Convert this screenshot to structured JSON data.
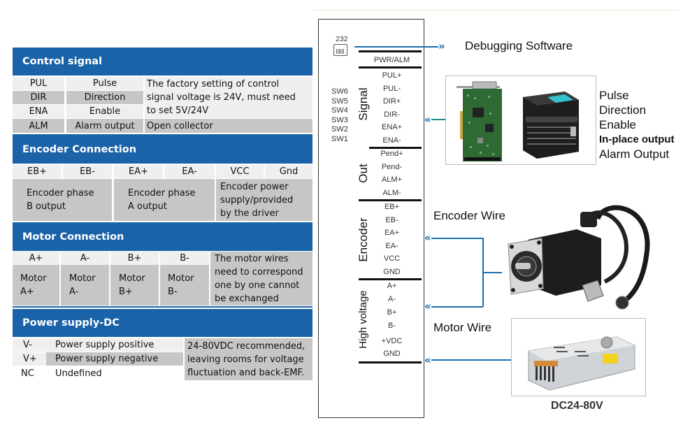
{
  "control_signal": {
    "title": "Control signal",
    "rows": [
      {
        "pin": "PUL",
        "name": "Pulse"
      },
      {
        "pin": "DIR",
        "name": "Direction"
      },
      {
        "pin": "ENA",
        "name": "Enable"
      },
      {
        "pin": "ALM",
        "name": "Alarm output"
      }
    ],
    "note_lines": [
      "The factory setting of control",
      "signal voltage is 24V, must need",
      "to set 5V/24V"
    ],
    "alm_note": "Open collector"
  },
  "encoder_connection": {
    "title": "Encoder Connection",
    "pins": [
      "EB+",
      "EB-",
      "EA+",
      "EA-",
      "VCC",
      "Gnd"
    ],
    "descriptions": [
      [
        "Encoder phase",
        "B output"
      ],
      [
        "Encoder phase",
        "A output"
      ],
      [
        "Encoder power",
        "supply/provided",
        "by the driver"
      ]
    ]
  },
  "motor_connection": {
    "title": "Motor Connection",
    "pins": [
      "A+",
      "A-",
      "B+",
      "B-"
    ],
    "descriptions": [
      [
        "Motor",
        "A+"
      ],
      [
        "Motor",
        "A-"
      ],
      [
        "Motor",
        "B+"
      ],
      [
        "Motor",
        "B-"
      ]
    ],
    "note_lines": [
      "The motor wires",
      "need to correspond",
      "one by one cannot",
      "be exchanged"
    ]
  },
  "power_supply": {
    "title": "Power supply-DC",
    "rows": [
      {
        "pin": "V-",
        "name": "Power supply positive"
      },
      {
        "pin": "V+",
        "name": "Power supply negative"
      },
      {
        "pin": "NC",
        "name": "Undefined"
      }
    ],
    "note_lines": [
      "24-80VDC  recommended,",
      "leaving rooms for voltage",
      "fluctuation and back-EMF."
    ]
  },
  "driver": {
    "port_label": "232",
    "pwr_alm": "PWR/ALM",
    "switches": [
      "SW6",
      "SW5",
      "SW4",
      "SW3",
      "SW2",
      "SW1"
    ],
    "groups": [
      {
        "label": "Signal",
        "pins": [
          "PUL+",
          "PUL-",
          "DIR+",
          "DIR-",
          "ENA+",
          "ENA-"
        ]
      },
      {
        "label": "Out",
        "pins": [
          "Pend+",
          "Pend-",
          "ALM+",
          "ALM-"
        ]
      },
      {
        "label": "Encoder",
        "pins": [
          "EB+",
          "EB-",
          "EA+",
          "EA-",
          "VCC",
          "GND"
        ]
      },
      {
        "label": "High voltage",
        "pins": [
          "A+",
          "A-",
          "B+",
          "B-",
          "+VDC",
          "GND"
        ]
      }
    ]
  },
  "connections": {
    "debugging": "Debugging Software",
    "controller_signals": [
      "Pulse",
      "Direction",
      "Enable",
      "In-place output",
      "Alarm Output"
    ],
    "encoder_wire": "Encoder Wire",
    "motor_wire": "Motor Wire",
    "power_label": "DC24-80V"
  },
  "icons": {
    "arrow_right": "»",
    "arrow_left": "«"
  },
  "colors": {
    "accent_blue": "#1a63a9",
    "row_light": "#efefef",
    "row_dark": "#c6c6c6",
    "wire": "#1a6fb0"
  }
}
